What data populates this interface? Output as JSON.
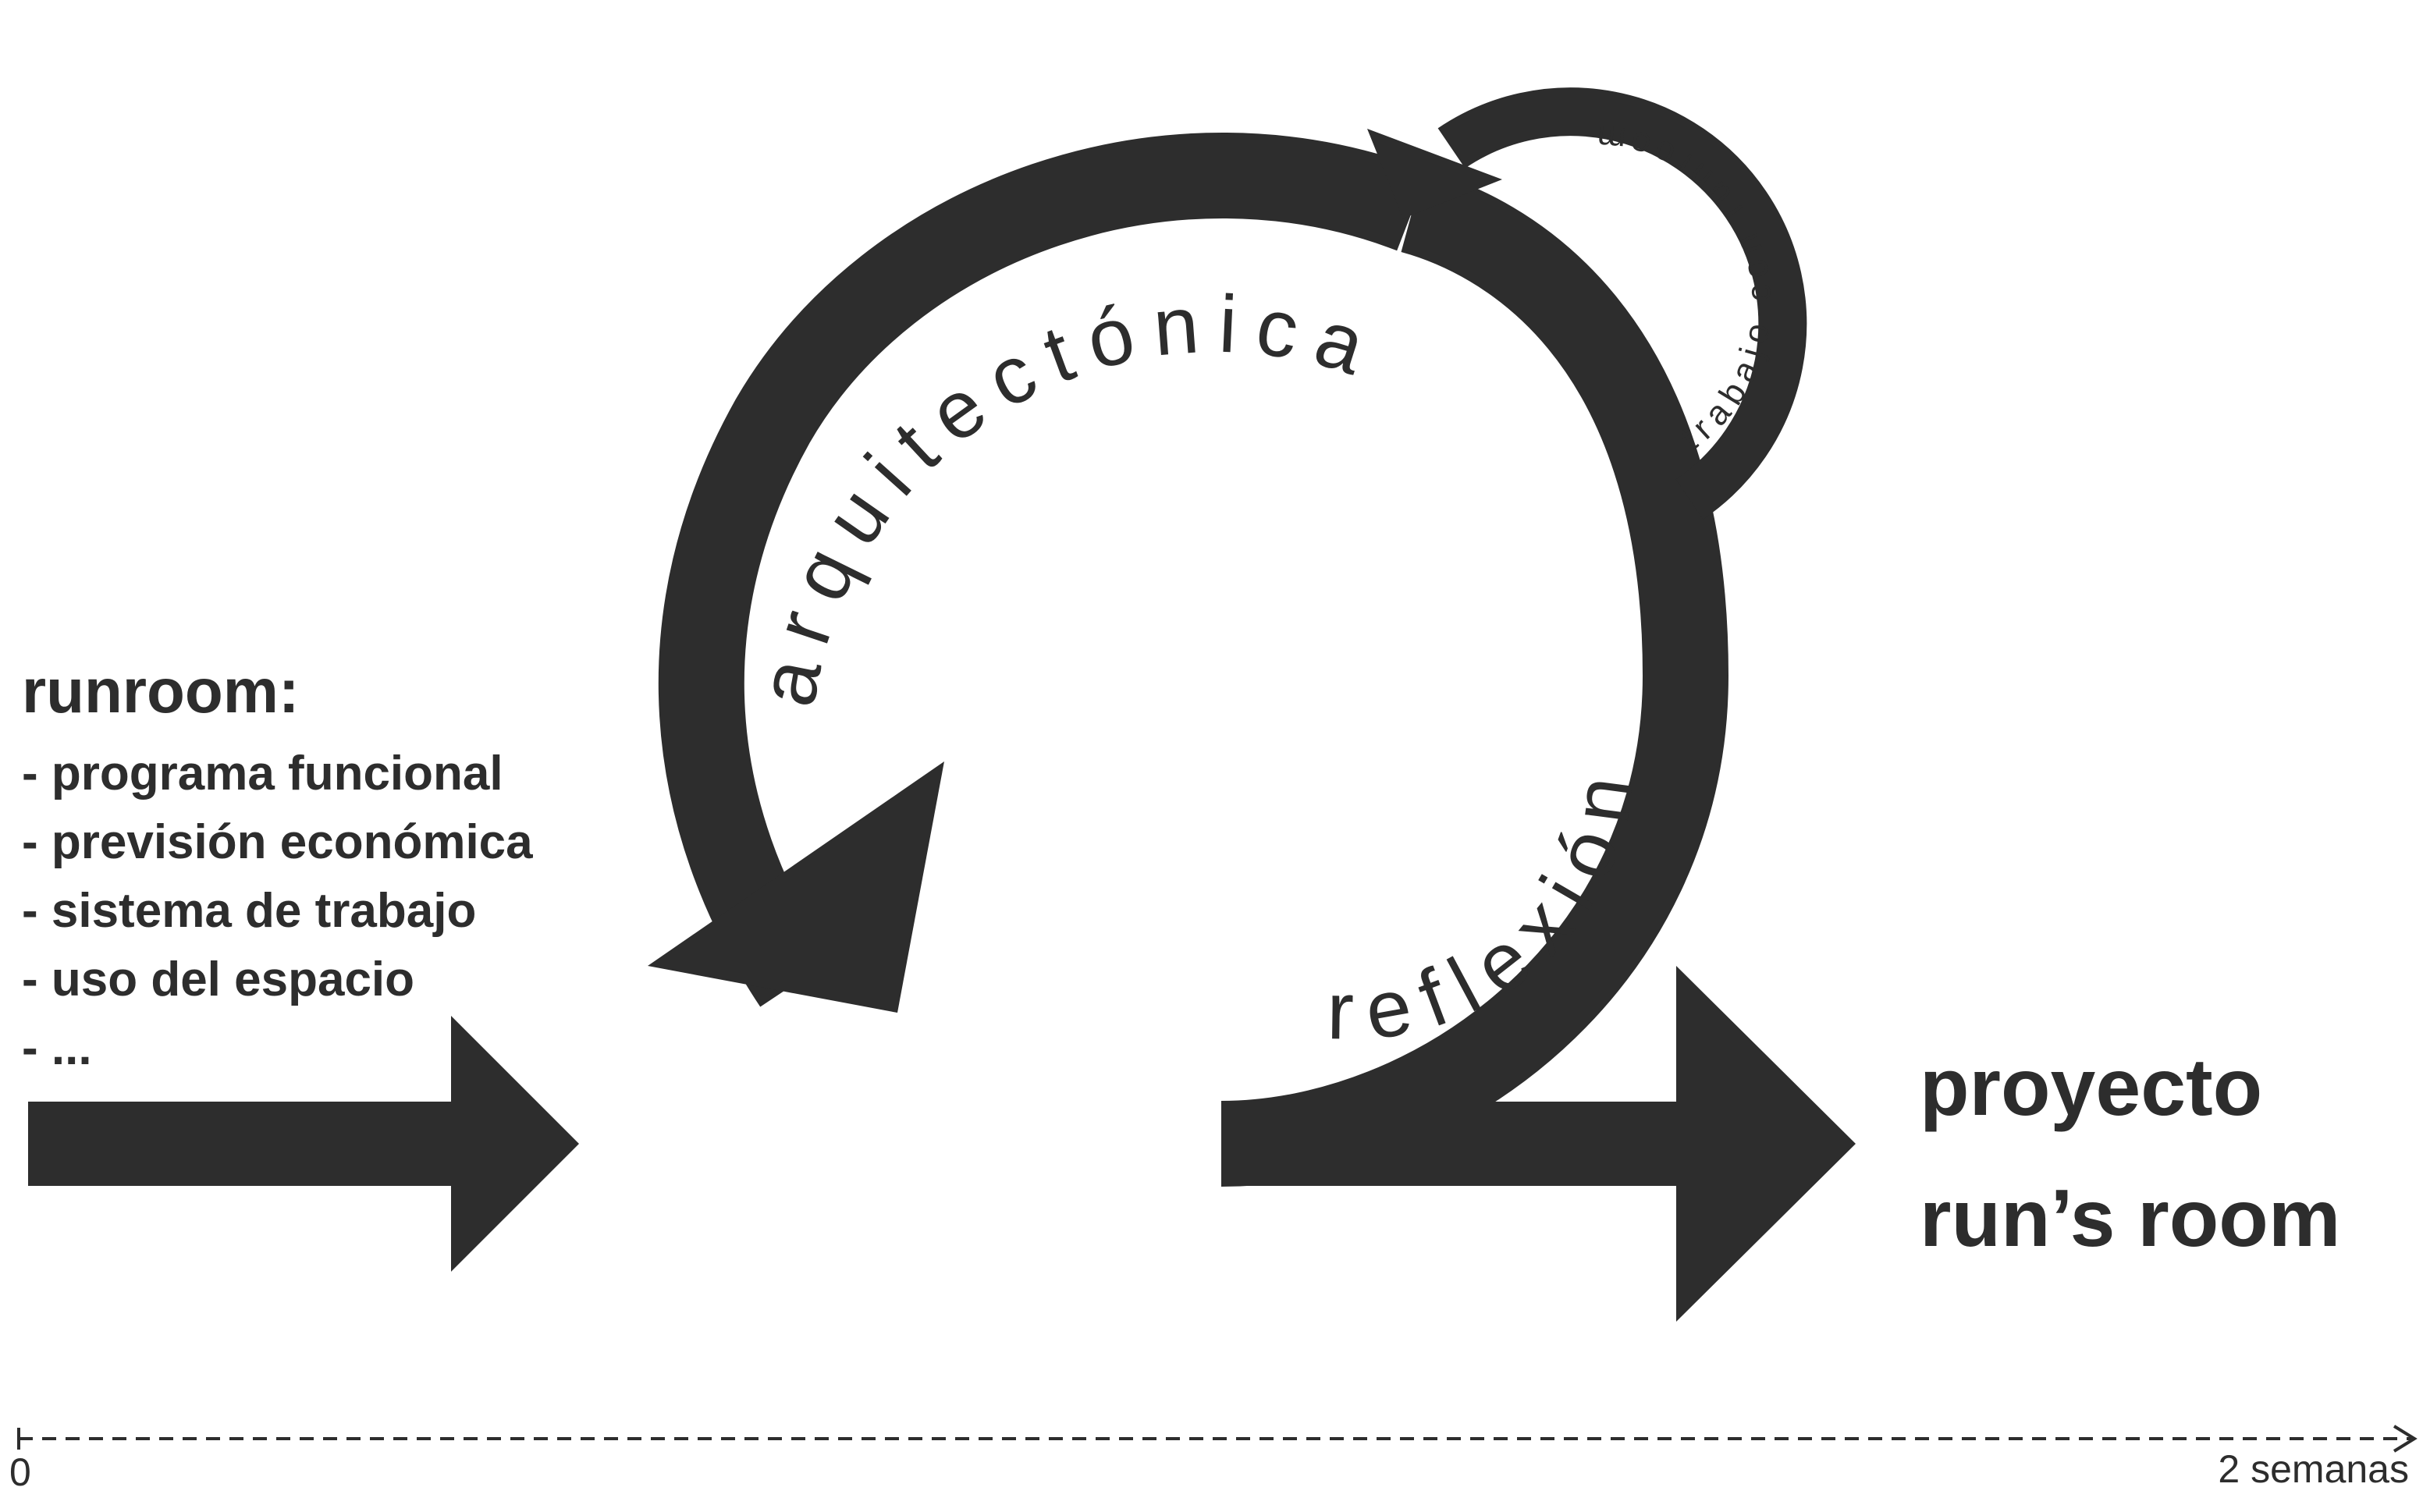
{
  "colors": {
    "ink": "#2d2d2d",
    "background": "#ffffff"
  },
  "input": {
    "heading": "runroom:",
    "items": [
      "- programa funcional",
      "- previsión económica",
      "- sistema de trabajo",
      "- uso del espacio",
      "- ..."
    ]
  },
  "cycle": {
    "main_top_label": "arquitectónica",
    "main_right_label": "reflexión",
    "small_loop_label": "trabajo con runroom"
  },
  "output": {
    "line1": "proyecto",
    "line2": "run’s room"
  },
  "timeline": {
    "start": "0",
    "end": "2 semanas"
  }
}
